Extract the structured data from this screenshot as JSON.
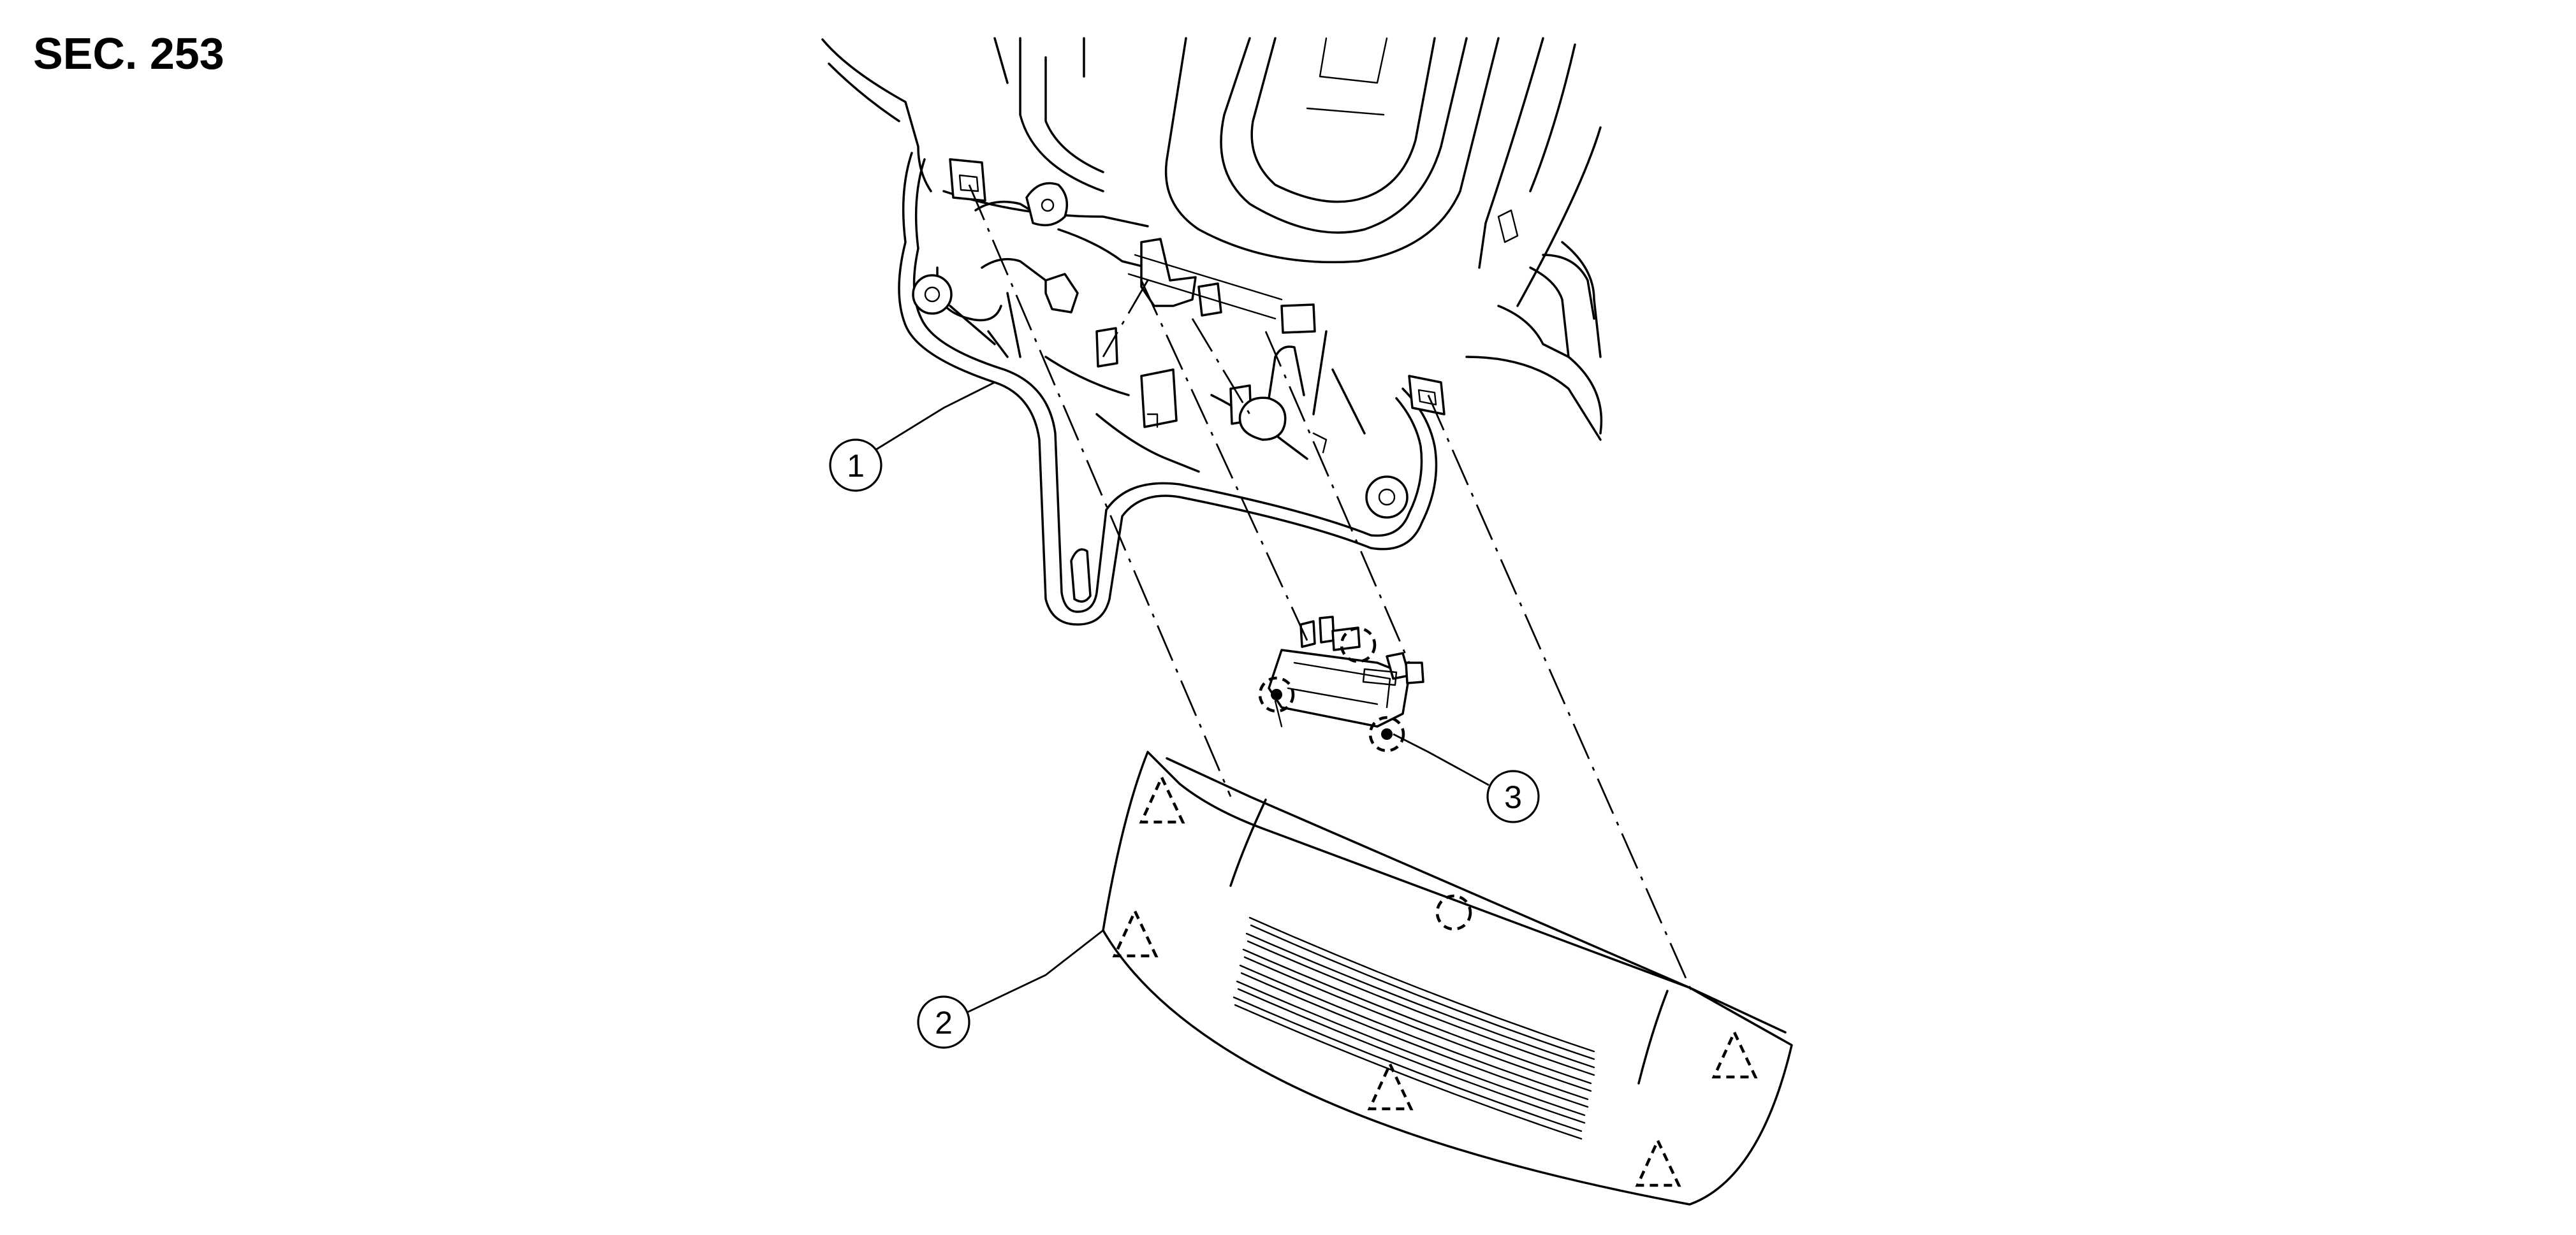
{
  "section_label": "SEC. 253",
  "callouts": [
    {
      "id": "1",
      "text": "1"
    },
    {
      "id": "2",
      "text": "2"
    },
    {
      "id": "3",
      "text": "3"
    }
  ]
}
